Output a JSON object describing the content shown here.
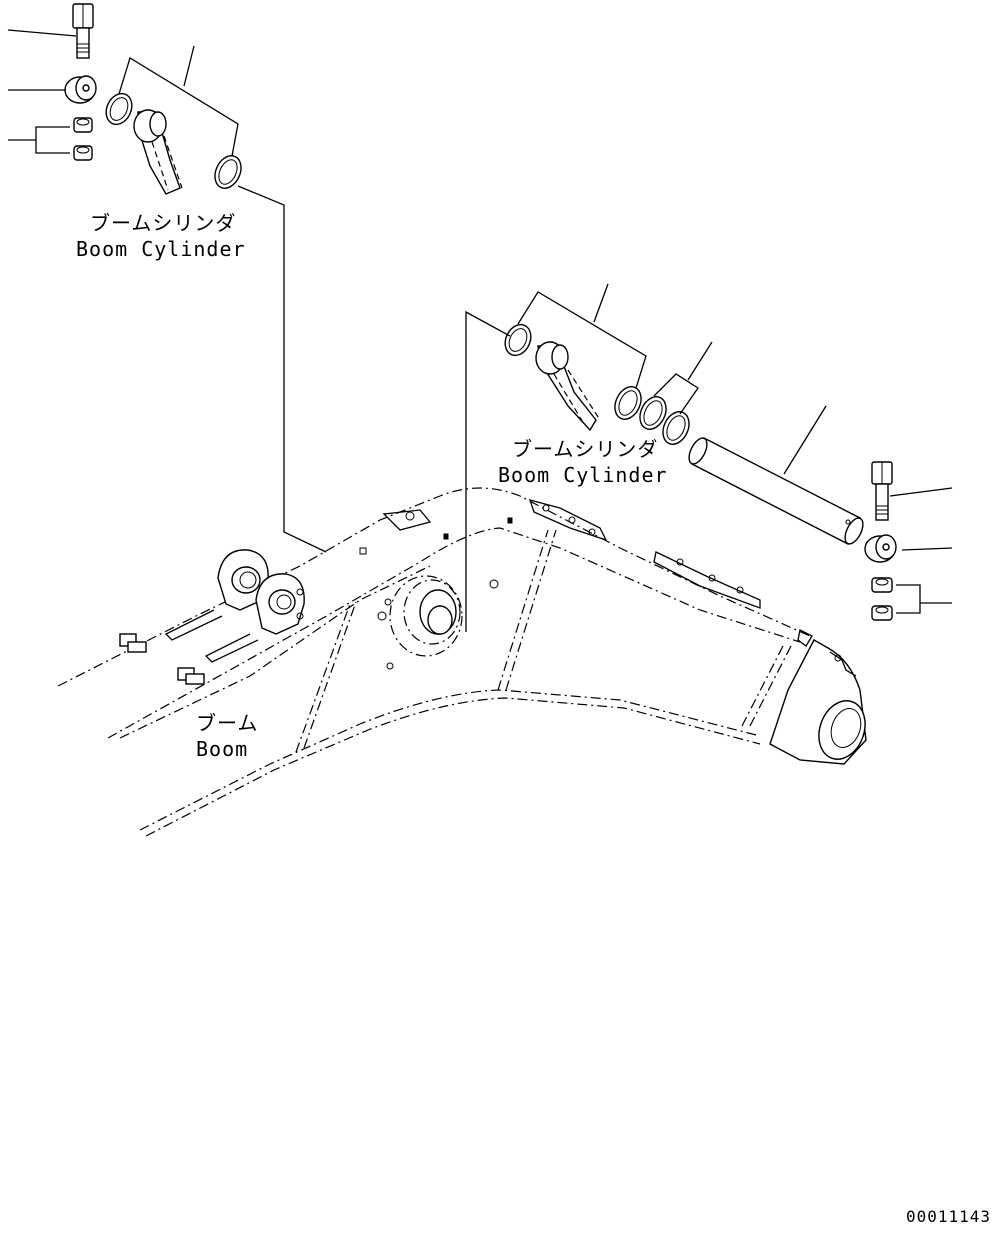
{
  "labels": {
    "boom_cylinder_top_jp": "ブームシリンダ",
    "boom_cylinder_top_en": "Boom Cylinder",
    "boom_cylinder_mid_jp": "ブームシリンダ",
    "boom_cylinder_mid_en": "Boom Cylinder",
    "boom_jp": "ブーム",
    "boom_en": "Boom"
  },
  "drawing_code": "00011143",
  "colors": {
    "line": "#000000",
    "background": "#ffffff"
  },
  "icons": [
    "bolt-icon",
    "collar-icon",
    "nut-icon",
    "shim-icon",
    "bushing-icon",
    "pin-icon"
  ]
}
